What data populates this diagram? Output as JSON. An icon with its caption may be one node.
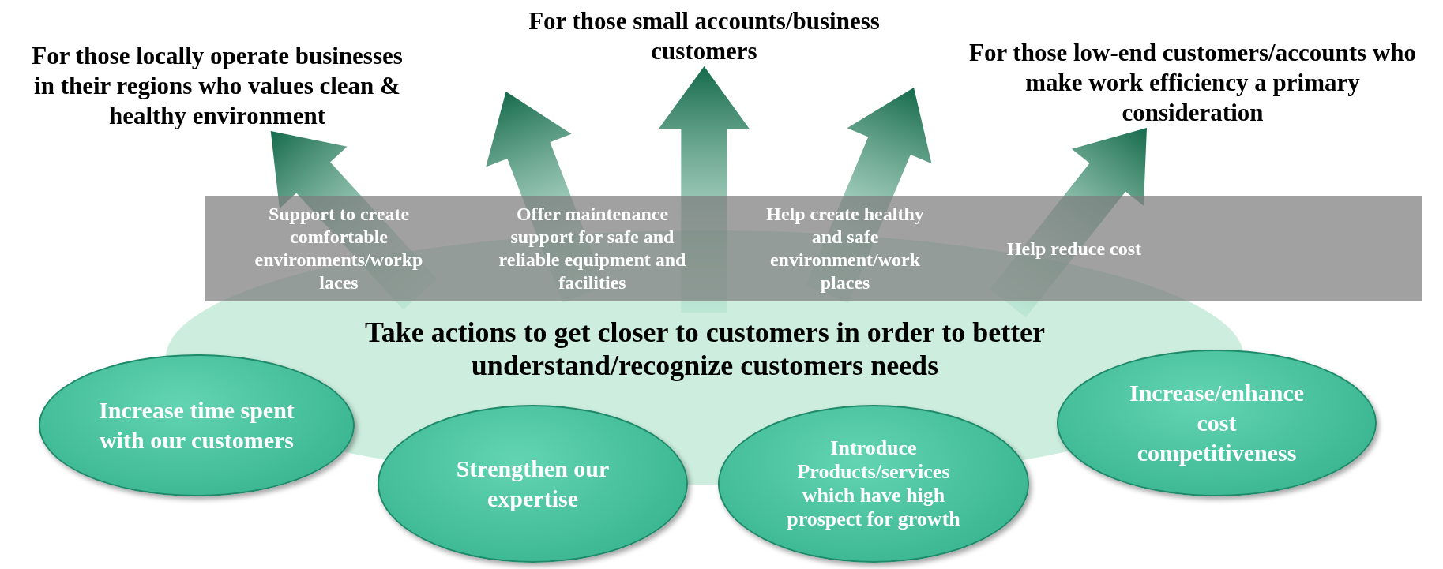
{
  "diagram": {
    "nodes": [
      {
        "text": [
          "For those locally operate businesses in their regions who values clean & healthy environment"
        ]
      },
      {
        "text": [
          "For those small accounts/business customers"
        ]
      },
      {
        "text": [
          "For those low-end customers/accounts who make work efficiency a primary consideration"
        ]
      },
      {
        "text": [],
        "shape": "bar"
      },
      {
        "text": [
          "Support to create comfortable environments/workp laces"
        ],
        "in": 3
      },
      {
        "text": [
          "Offer maintenance support for safe and reliable equipment and facilities"
        ],
        "in": 3
      },
      {
        "text": [
          "Help create healthy and safe environment/work places"
        ],
        "in": 3
      },
      {
        "text": [
          "Help reduce cost"
        ]
      },
      {
        "text": [
          "Take actions to get closer to customers in order to better understand/recognize customers needs"
        ]
      },
      {
        "text": [
          "Increase time spent with our customers"
        ]
      },
      {
        "text": [
          "Strengthen our expertise"
        ]
      },
      {
        "text": [
          "Introduce Products/services which have high prospect for growth"
        ]
      },
      {
        "text": [
          "Increase/enhance cost competitiveness"
        ]
      }
    ],
    "edges": [
      {
        "from": 4,
        "to": 0,
        "arrow": "to"
      },
      {
        "from": 5,
        "to": null,
        "arrow": "to"
      },
      {
        "from": 8,
        "to": 1,
        "arrow": "to"
      },
      {
        "from": 6,
        "to": null,
        "arrow": "to"
      },
      {
        "from": 7,
        "to": 2,
        "arrow": "to"
      }
    ]
  }
}
